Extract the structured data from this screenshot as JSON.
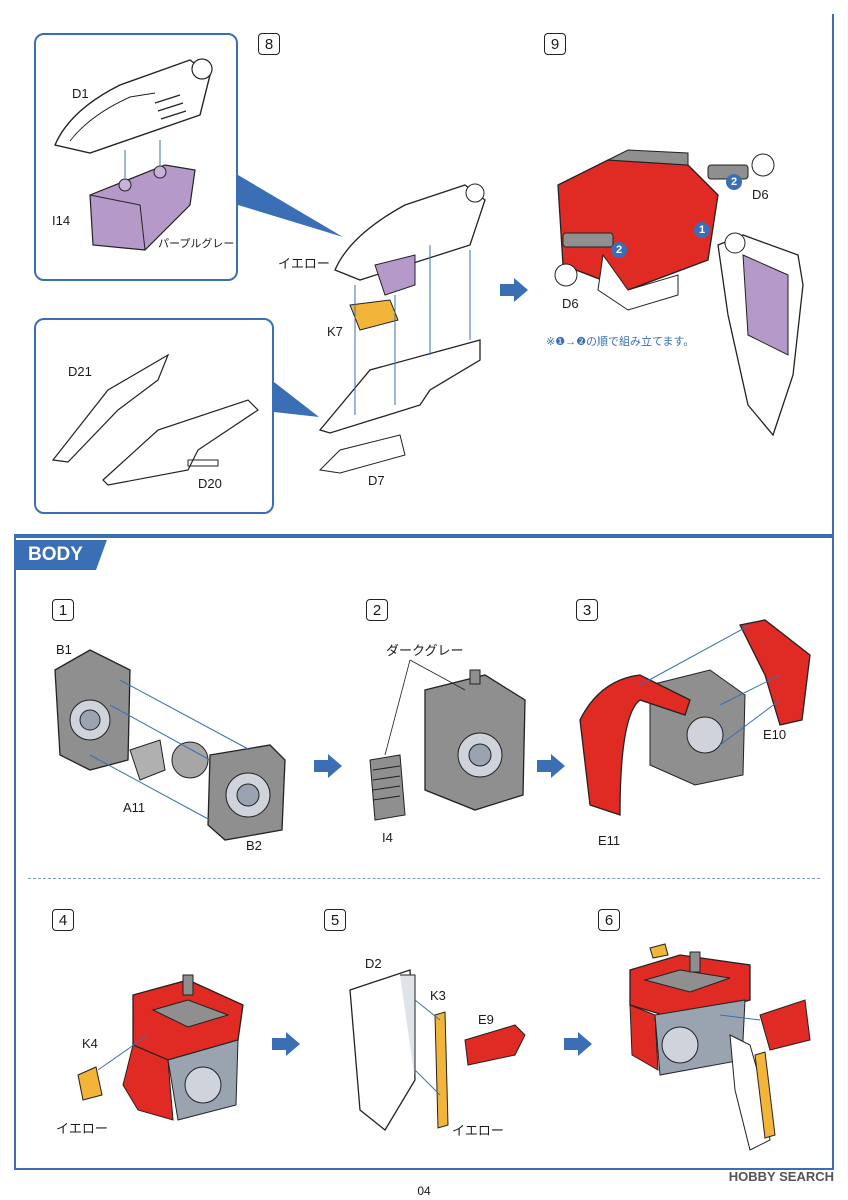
{
  "section": {
    "title": "BODY"
  },
  "steps": {
    "s8": {
      "number": "8",
      "labels": {
        "d1": "D1",
        "i14": "I14",
        "purple_grey": "パープルグレー",
        "yellow": "イエロー",
        "k7": "K7",
        "d21": "D21",
        "d20": "D20",
        "d7": "D7"
      }
    },
    "s9": {
      "number": "9",
      "labels": {
        "d6_a": "D6",
        "d6_b": "D6"
      },
      "note": "※❶→❷の順で組み立てます。",
      "badge1": "1",
      "badge2": "2"
    },
    "s1": {
      "number": "1",
      "labels": {
        "b1": "B1",
        "a11": "A11",
        "b2": "B2"
      }
    },
    "s2": {
      "number": "2",
      "labels": {
        "dark_grey": "ダークグレー",
        "i4": "I4"
      }
    },
    "s3": {
      "number": "3",
      "labels": {
        "e10": "E10",
        "e11": "E11"
      }
    },
    "s4": {
      "number": "4",
      "labels": {
        "k4": "K4",
        "yellow": "イエロー"
      }
    },
    "s5": {
      "number": "5",
      "labels": {
        "d2": "D2",
        "k3": "K3",
        "e9": "E9",
        "yellow": "イエロー"
      }
    },
    "s6": {
      "number": "6"
    }
  },
  "page": {
    "number": "04"
  },
  "watermark": "HOBBY SEARCH",
  "colors": {
    "accent": "#3a6fb5",
    "red": "#e02a24",
    "grey": "#8f8f8f",
    "purple": "#b59ac9",
    "yellow": "#f2b53a"
  },
  "icons": {
    "step_arrow": "right-arrow-icon",
    "step_badge": "circled-number-icon"
  }
}
